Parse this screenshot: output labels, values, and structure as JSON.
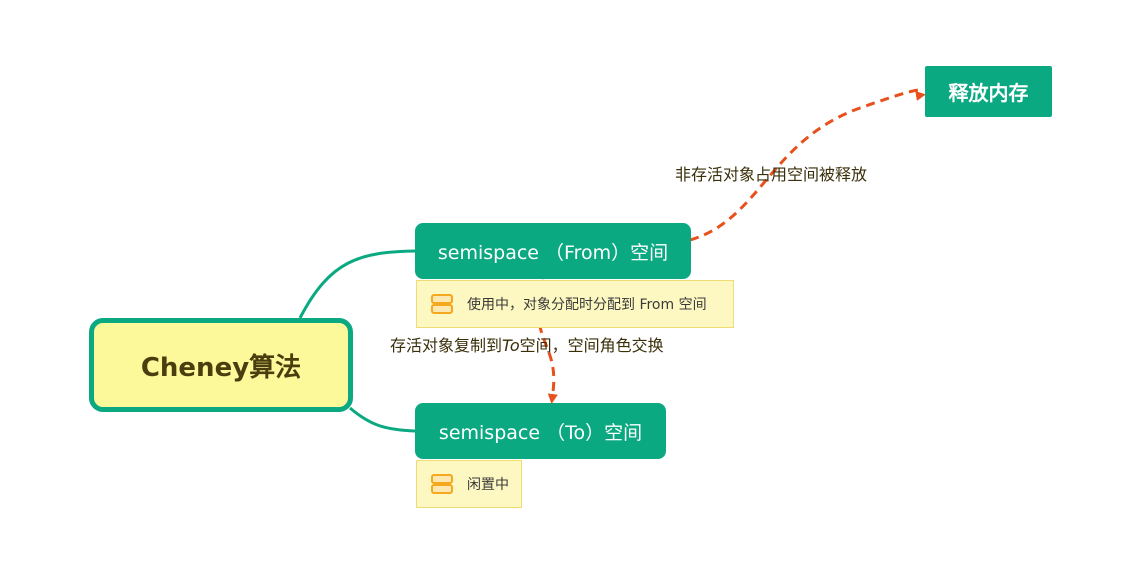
{
  "nodes": {
    "root": "Cheney算法",
    "from_space": "semispace （From）空间",
    "to_space": "semispace （To）空间",
    "release_memory": "释放内存"
  },
  "notes": {
    "from_note": "使用中，对象分配时分配到 From 空间",
    "to_note": "闲置中",
    "icon": "note-icon"
  },
  "relationships": {
    "release_label": "非存活对象占用空间被释放",
    "copy_label_prefix": "存活对象复制到",
    "copy_label_em": "To",
    "copy_label_suffix": "空间，空间角色交换"
  },
  "colors": {
    "topic": "#0aa982",
    "root_fill": "#fbf99a",
    "note_fill": "#fdf8c2",
    "arrow": "#e8501c",
    "note_icon": "#f4a81e"
  }
}
